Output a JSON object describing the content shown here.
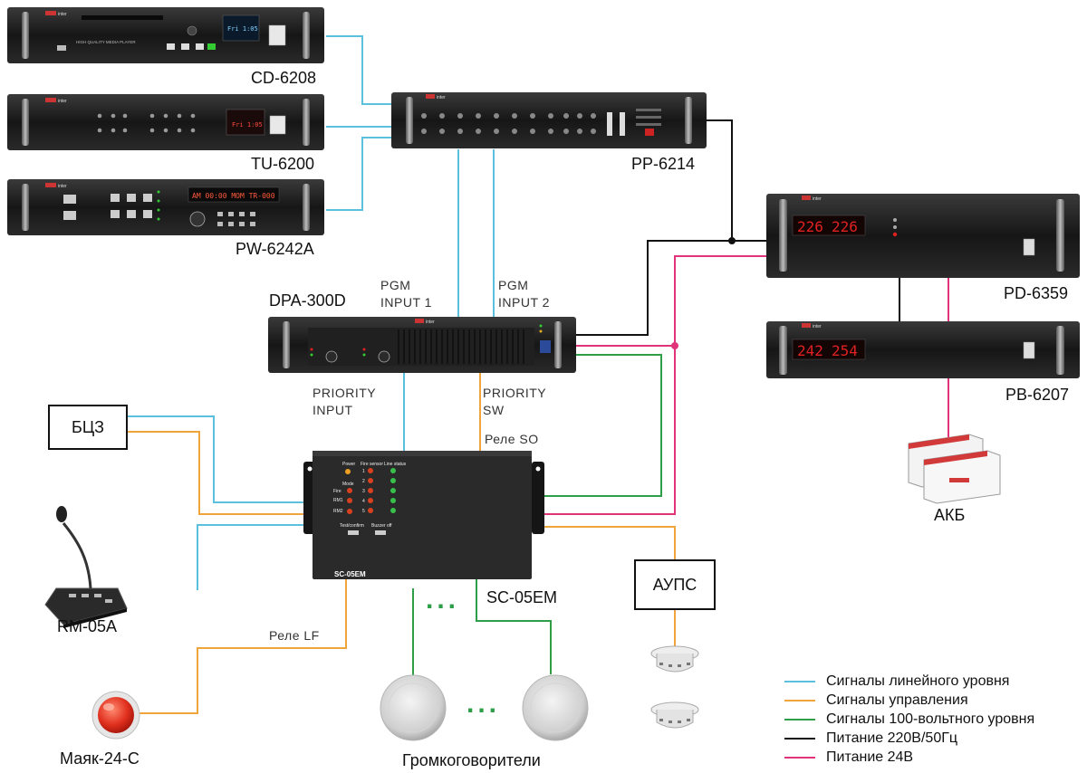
{
  "devices": {
    "cd": "CD-6208",
    "tu": "TU-6200",
    "pw": "PW-6242A",
    "pp": "PP-6214",
    "pd": "PD-6359",
    "pb": "PB-6207",
    "dpa": "DPA-300D",
    "sc": "SC-05EM",
    "rm": "RM-05A",
    "beacon": "Маяк-24-С",
    "speakers": "Громкоговорители",
    "battery": "АКБ"
  },
  "boxes": {
    "bcz": "БЦЗ",
    "aups": "АУПС"
  },
  "ports": {
    "pgm1_a": "PGM",
    "pgm1_b": "INPUT 1",
    "pgm2_a": "PGM",
    "pgm2_b": "INPUT 2",
    "prio_in_a": "PRIORITY",
    "prio_in_b": "INPUT",
    "prio_sw_a": "PRIORITY",
    "prio_sw_b": "SW",
    "relay_so": "Реле SO",
    "relay_lf": "Реле LF"
  },
  "panel_text": {
    "cd_brand": "inter",
    "cd_desc": "HIGH QUALITY MEDIA PLAYER",
    "cd_display": "Fri 1:05",
    "tu_brand": "inter",
    "tu_display": "Fri 1:05",
    "pw_brand": "inter",
    "pw_display": "AM 00:00 MOM TR-000",
    "pp_brand": "inter",
    "pd_brand": "inter",
    "pd_display_1": "226",
    "pd_display_2": "226",
    "pb_brand": "inter",
    "pb_display_1": "242",
    "pb_display_2": "254",
    "dpa_brand": "inter",
    "sc_power": "Power",
    "sc_fire_sensor": "Fire sensor",
    "sc_line_status": "Line status",
    "sc_mode": "Mode",
    "sc_fire": "Fire",
    "sc_rm1": "RM1",
    "sc_rm2": "RM2",
    "sc_test": "Test/confirm",
    "sc_buzzer": "Buzzer off",
    "sc_model": "SC-05EM",
    "sc_n1": "1",
    "sc_n2": "2",
    "sc_n3": "3",
    "sc_n4": "4",
    "sc_n5": "5"
  },
  "ellipsis": "...",
  "legend": [
    {
      "label": "Сигналы линейного уровня",
      "color": "#5bc0de"
    },
    {
      "label": "Сигналы управления",
      "color": "#f0a53c"
    },
    {
      "label": "Сигналы 100-вольтного уровня",
      "color": "#2e9e48"
    },
    {
      "label": "Питание 220В/50Гц",
      "color": "#111111"
    },
    {
      "label": "Питание 24В",
      "color": "#e0337a"
    }
  ],
  "colors": {
    "line_level": "#5bc0de",
    "control": "#f0a53c",
    "v100": "#2e9e48",
    "mains": "#111111",
    "dc24": "#e0337a",
    "device_body": "#1c1c1c",
    "display_red": "#e02020"
  },
  "icons": [
    "microphone-console-icon",
    "red-beacon-icon",
    "ceiling-speaker-icon",
    "smoke-detector-icon",
    "battery-icon"
  ]
}
